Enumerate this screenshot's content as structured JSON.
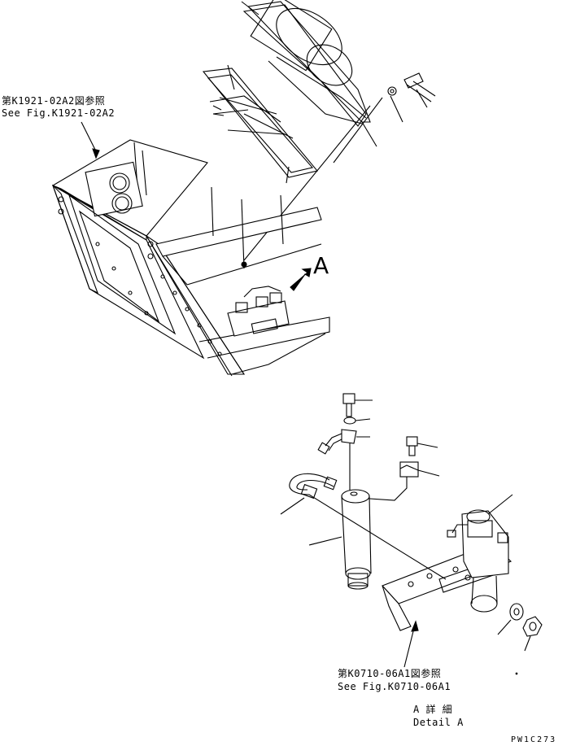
{
  "references": {
    "frame_ref_jp": "第K1921-02A2図参照",
    "frame_ref_en": "See Fig.K1921-02A2",
    "bracket_ref_jp": "第K0710-06A1図参照",
    "bracket_ref_en": "See Fig.K0710-06A1"
  },
  "view_marker": "A",
  "detail": {
    "title_jp": "A 詳 細",
    "title_en": "Detail A"
  },
  "drawing_code": "PW1C273"
}
